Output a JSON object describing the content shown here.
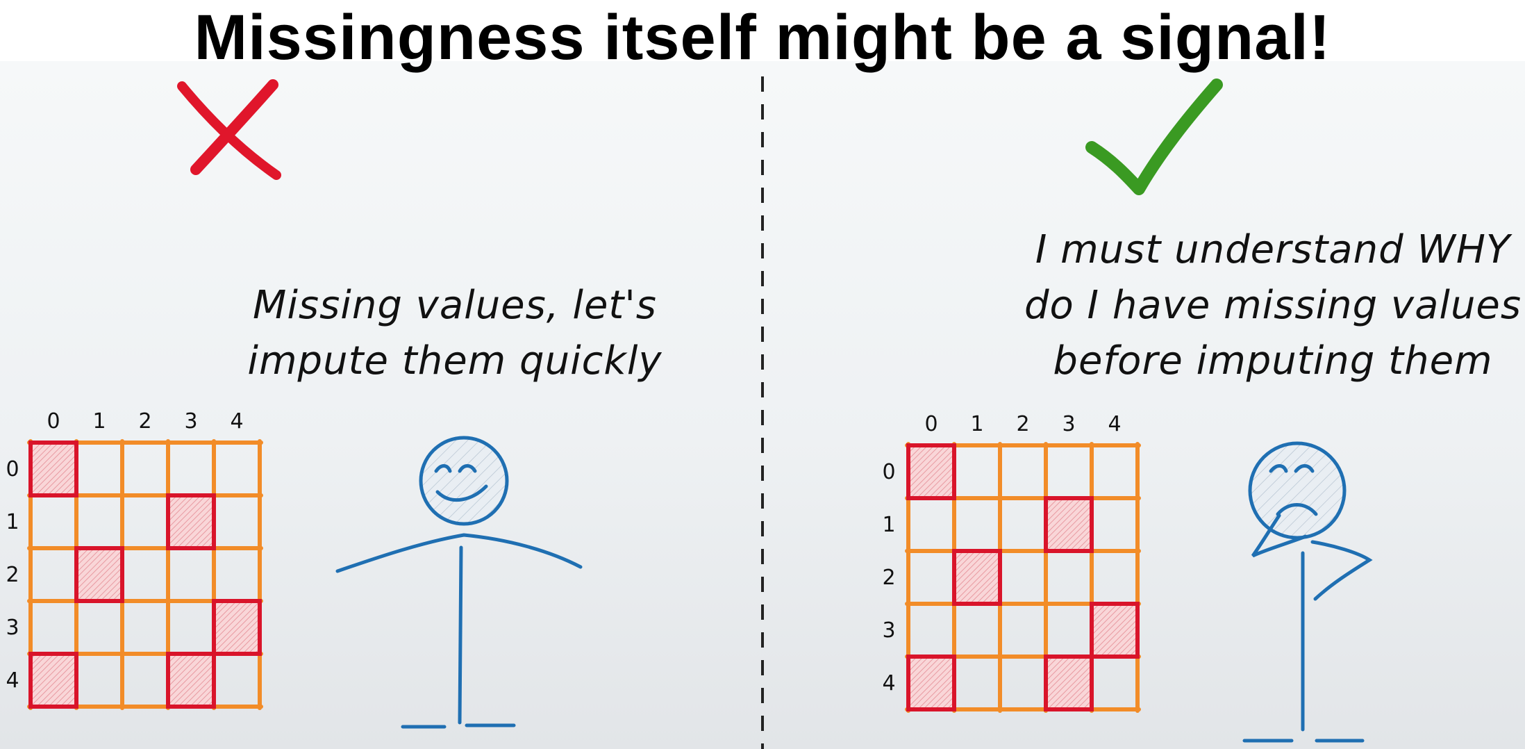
{
  "title": "Missingness itself might be a signal!",
  "left": {
    "caption_line1": "Missing values, let's",
    "caption_line2": "impute them quickly"
  },
  "right": {
    "caption_line1": "I must understand WHY",
    "caption_line2": "do I have missing values",
    "caption_line3": "before imputing them"
  },
  "grid_labels": {
    "cols": [
      "0",
      "1",
      "2",
      "3",
      "4"
    ],
    "rows": [
      "0",
      "1",
      "2",
      "3",
      "4"
    ]
  },
  "colors": {
    "cross": "#e0162b",
    "check": "#3a9a22",
    "grid": "#f28c28",
    "missing": "#d9142a",
    "figure": "#1f6fb2"
  },
  "icons": [
    "cross-icon",
    "check-icon"
  ]
}
